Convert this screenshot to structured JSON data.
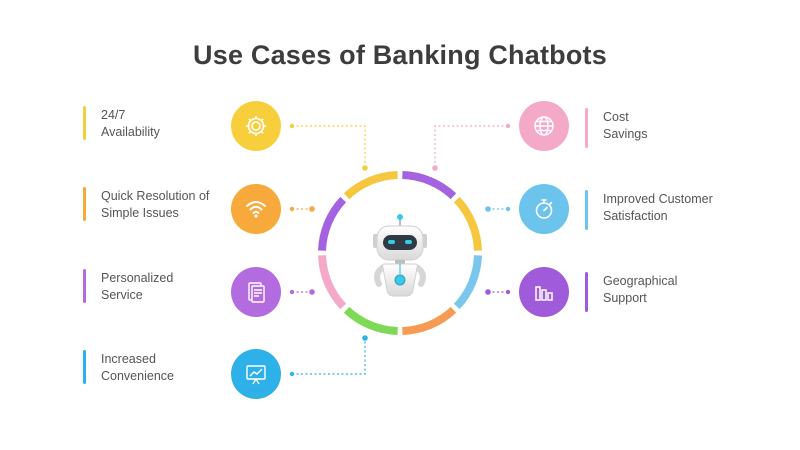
{
  "title": "Use Cases of Banking Chatbots",
  "left_items": [
    {
      "line1": "24/7",
      "line2": "Availability",
      "color": "#F5CE3E",
      "icon": "gear-icon"
    },
    {
      "line1": "Quick Resolution of",
      "line2": "Simple Issues",
      "color": "#F8A93B",
      "icon": "wifi-icon"
    },
    {
      "line1": "Personalized",
      "line2": "Service",
      "color": "#B36BE0",
      "icon": "document-icon"
    },
    {
      "line1": "Increased",
      "line2": "Convenience",
      "color": "#2EB0E8",
      "icon": "presentation-chart-icon"
    }
  ],
  "right_items": [
    {
      "line1": "Cost",
      "line2": "Savings",
      "color": "#F4A9C8",
      "icon": "globe-icon"
    },
    {
      "line1": "Improved Customer",
      "line2": "Satisfaction",
      "color": "#6CC3EC",
      "icon": "stopwatch-icon"
    },
    {
      "line1": "Geographical",
      "line2": "Support",
      "color": "#A05BDA",
      "icon": "bar-chart-icon"
    }
  ],
  "ring_colors": [
    "#A462E0",
    "#F6C63E",
    "#7BC7EC",
    "#F79B54",
    "#7ED957",
    "#F4A9C8",
    "#A462E0",
    "#F6C63E"
  ],
  "robot": {
    "icon": "chatbot-robot-icon",
    "eye_color": "#3CC8E8",
    "body_color": "#F2F2F2"
  }
}
